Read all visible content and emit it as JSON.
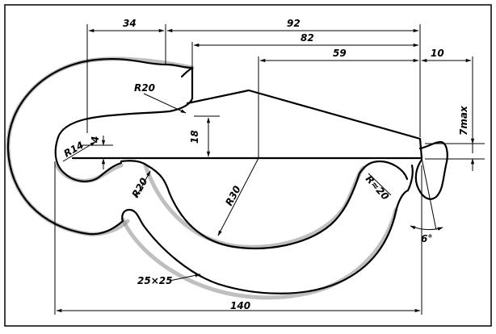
{
  "drawing": {
    "dimensions": {
      "d34": "34",
      "d92": "92",
      "d82": "82",
      "d59": "59",
      "d10": "10",
      "d7max": "7max",
      "d18": "18",
      "d4": "4",
      "d140": "140",
      "angle6": "6°"
    },
    "radii": {
      "r20_top": "R20",
      "r14": "R14",
      "r20_lower": "R20",
      "r30": "R30",
      "r20_right": "R≈20"
    },
    "section_label": "25×25"
  }
}
